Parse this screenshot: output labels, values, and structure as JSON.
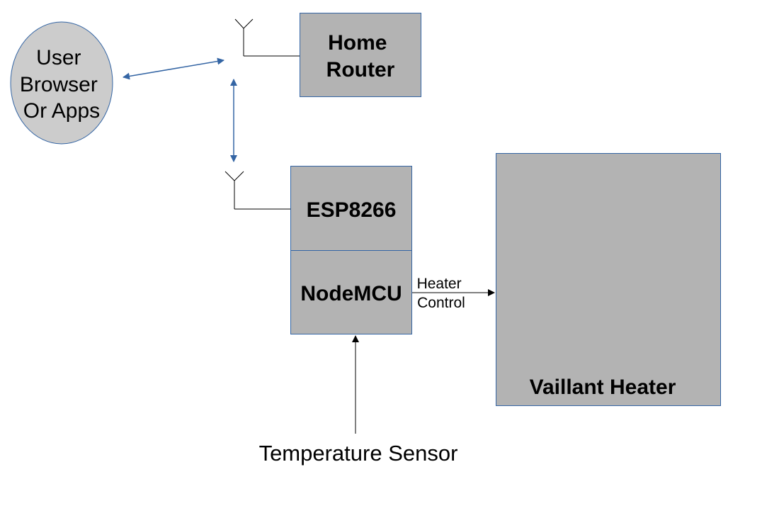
{
  "nodes": {
    "user": {
      "lines": [
        "User",
        "Browser",
        "Or Apps"
      ]
    },
    "router": {
      "lines": [
        "Home",
        "Router"
      ]
    },
    "esp": {
      "label": "ESP8266"
    },
    "nodemcu": {
      "label": "NodeMCU"
    },
    "heater": {
      "label": "Vaillant Heater"
    },
    "sensor": {
      "label": "Temperature Sensor"
    }
  },
  "edges": {
    "heater_control": {
      "lines": [
        "Heater",
        "Control"
      ]
    }
  },
  "colors": {
    "box_fill": "#b3b3b3",
    "box_stroke": "#3465a4",
    "ellipse_fill": "#cccccc",
    "wifi_arrow": "#3465a4",
    "black_arrow": "#000000"
  }
}
